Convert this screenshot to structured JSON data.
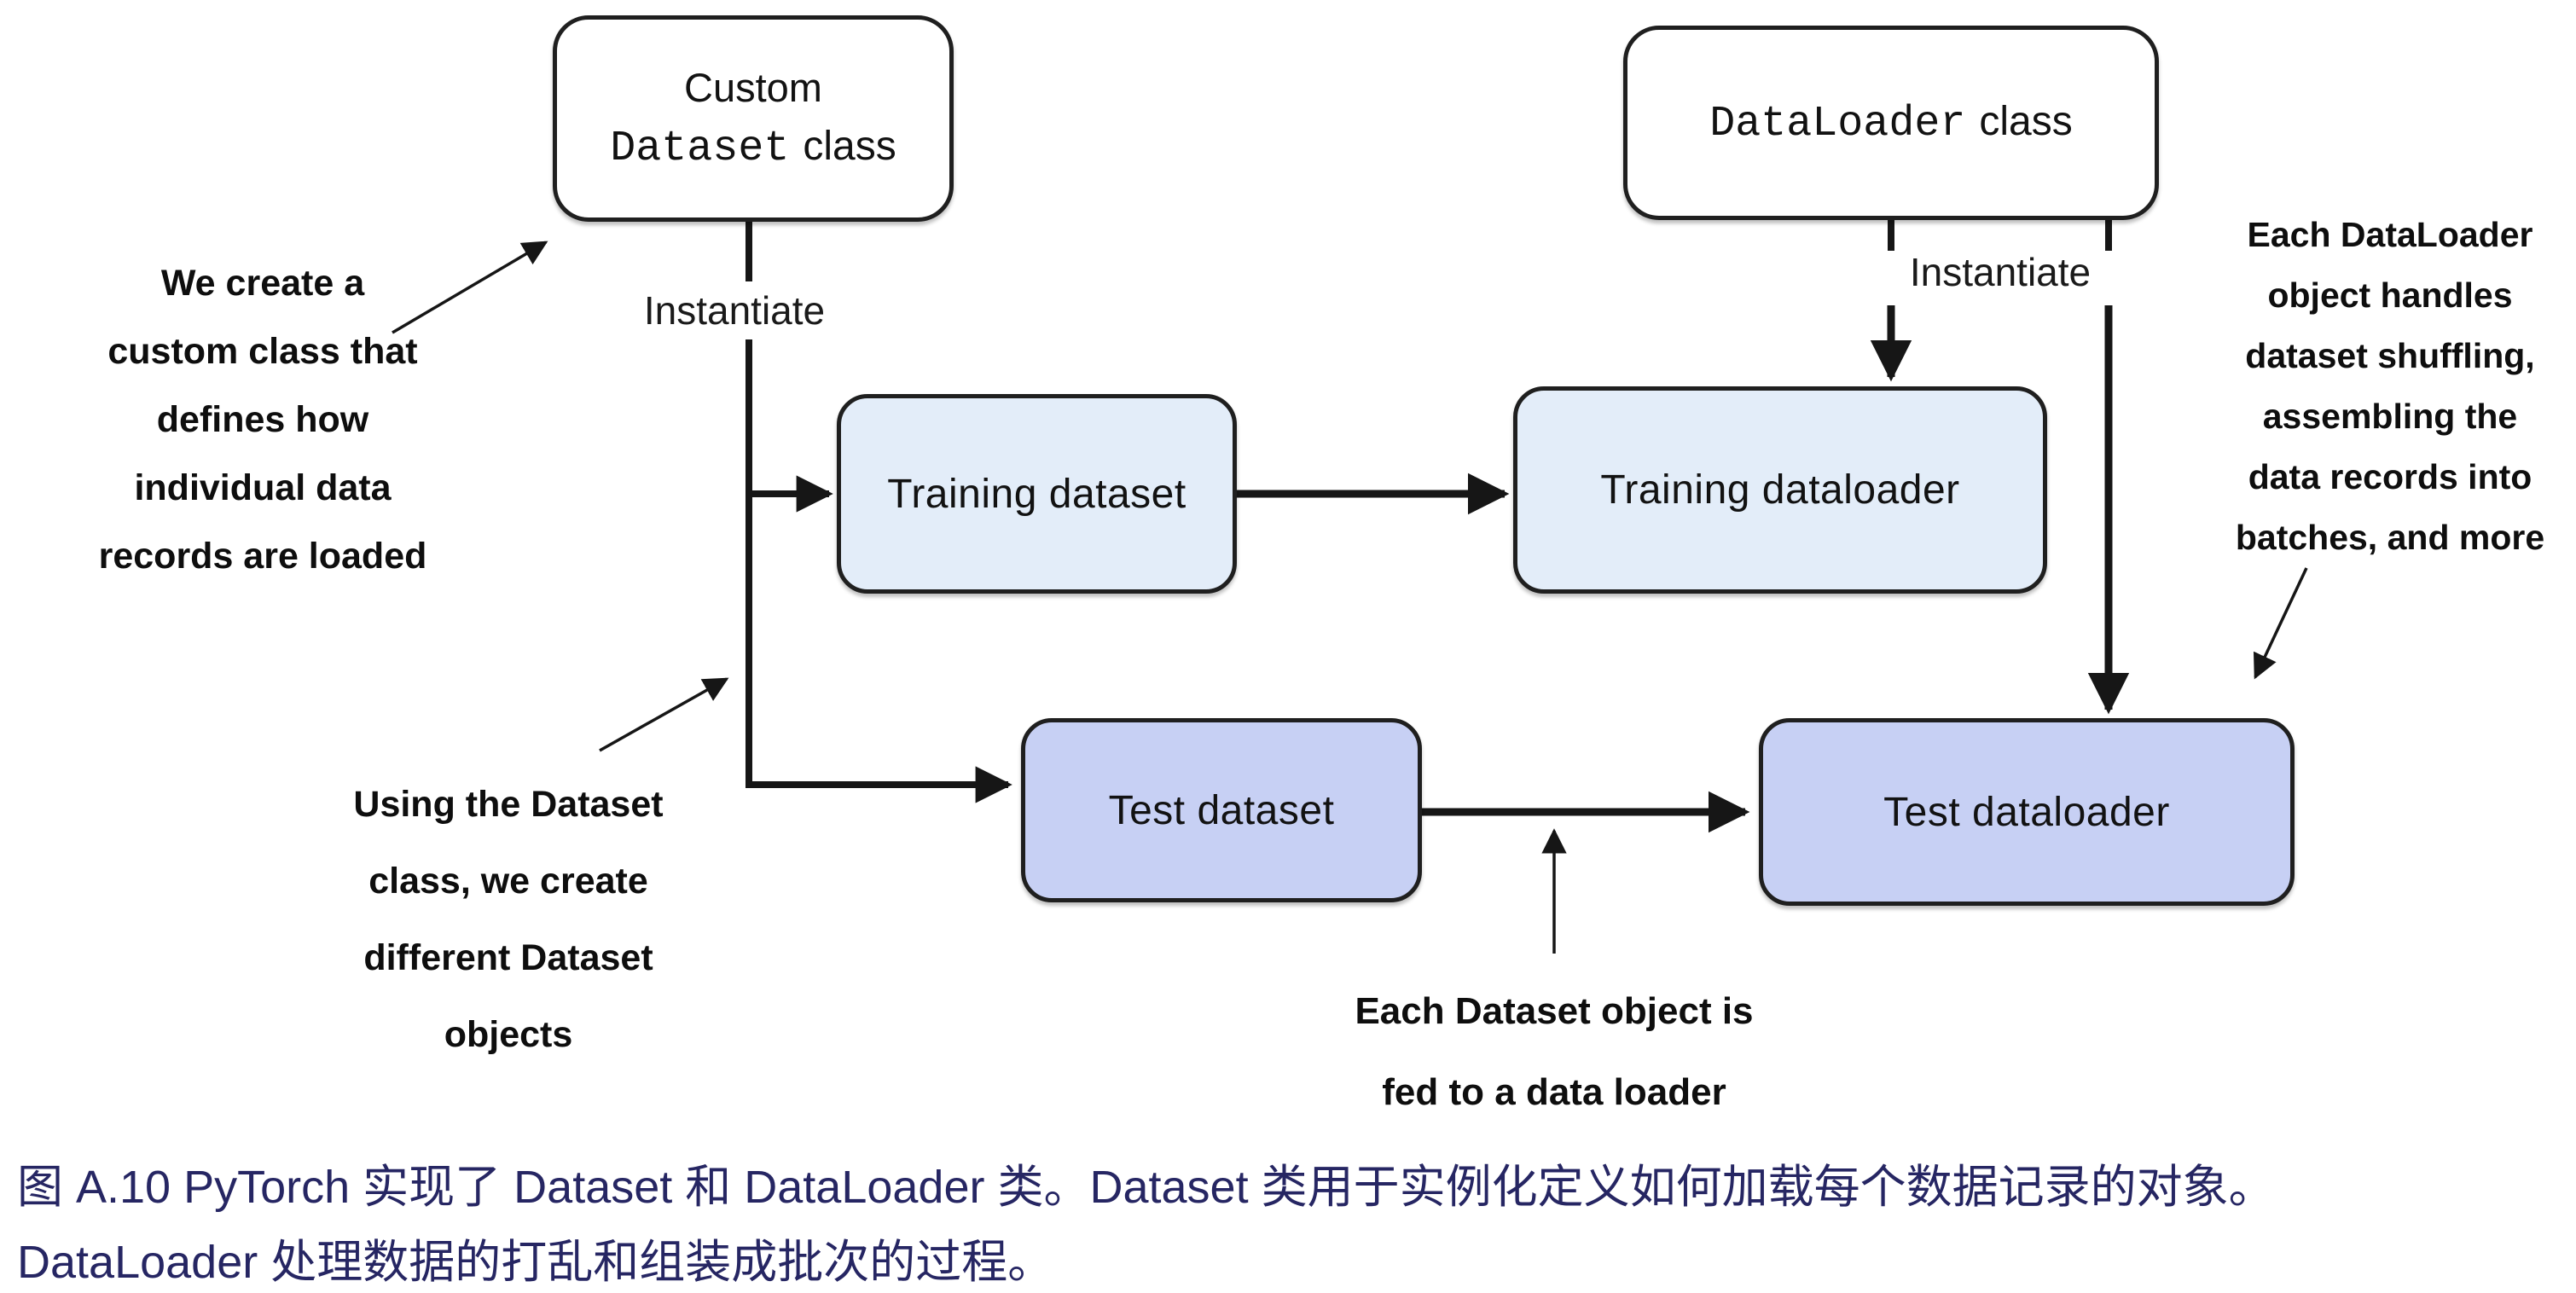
{
  "figure": {
    "boxes": {
      "custom_class": {
        "title_line1": "Custom",
        "code_word": "Dataset",
        "suffix": "class"
      },
      "dataloader_class": {
        "code_word": "DataLoader",
        "suffix": "class"
      },
      "training_dataset": "Training dataset",
      "training_dataloader": "Training dataloader",
      "test_dataset": "Test dataset",
      "test_dataloader": "Test dataloader"
    },
    "edge_labels": {
      "instantiate_left": "Instantiate",
      "instantiate_right": "Instantiate"
    },
    "annotations": {
      "create_custom_class": "We create a\ncustom class that\ndefines how\nindividual data\nrecords are loaded",
      "using_dataset_class": "Using the Dataset\nclass, we create\ndifferent Dataset\nobjects",
      "dataset_fed": "Each Dataset object is\nfed to a data loader",
      "dataloader_handles": "Each DataLoader\nobject handles\ndataset shuffling,\nassembling the\ndata records into\nbatches, and more"
    },
    "colors": {
      "class_box_fill": "#ffffff",
      "training_box_fill": "#e3edf9",
      "test_box_fill": "#c7d0f4",
      "connector_color": "#161616",
      "caption_color": "#262663"
    }
  },
  "caption": {
    "figure_label": "图 A.10",
    "text": "图 A.10 PyTorch 实现了 Dataset 和 DataLoader 类。Dataset 类用于实例化定义如何加载每个数据记录的对象。\nDataLoader 处理数据的打乱和组装成批次的过程。"
  }
}
